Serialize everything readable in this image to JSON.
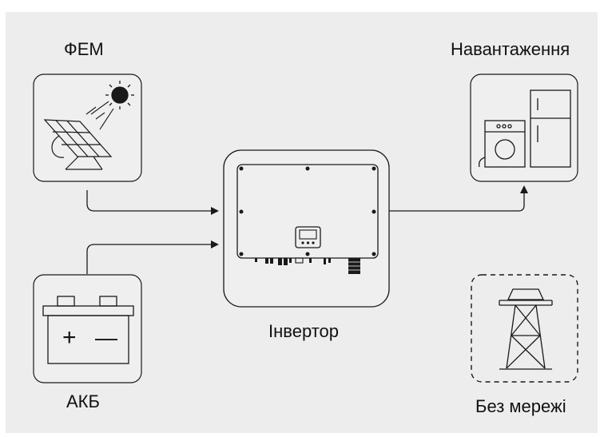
{
  "labels": {
    "pv": "ФЕМ",
    "battery": "АКБ",
    "inverter": "Інвертор",
    "load": "Навантаження",
    "offgrid": "Без мережі"
  },
  "battery_symbols": {
    "plus": "+",
    "minus": "—"
  },
  "colors": {
    "background": "#ededed",
    "card_fill": "#efefef",
    "stroke": "#1a1a1a"
  },
  "icons": [
    "sun-icon",
    "solar-panel-icon",
    "battery-icon",
    "inverter-icon",
    "washing-machine-icon",
    "fridge-icon",
    "power-tower-icon"
  ]
}
